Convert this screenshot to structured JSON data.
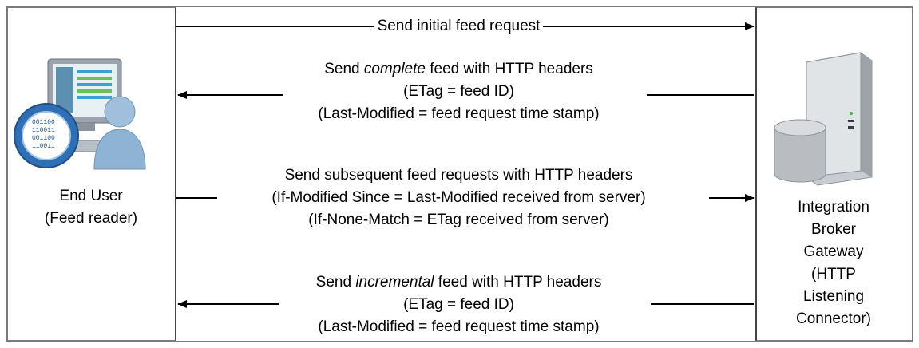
{
  "end_user": {
    "line1": "End User",
    "line2": "(Feed reader)"
  },
  "server": {
    "lines": [
      "Integration",
      "Broker",
      "Gateway",
      "(HTTP",
      "Listening",
      "Connector)"
    ]
  },
  "messages": [
    {
      "direction": "right",
      "lines": [
        "Send initial feed request"
      ]
    },
    {
      "direction": "left",
      "line1_prefix": "Send ",
      "line1_emph": "complete",
      "line1_suffix": " feed with HTTP headers",
      "lines_rest": [
        "(ETag = feed ID)",
        "(Last-Modified = feed request time stamp)"
      ]
    },
    {
      "direction": "right",
      "lines": [
        "Send subsequent feed requests with HTTP headers",
        "(If-Modified Since = Last-Modified received from server)",
        "(If-None-Match = ETag received from server)"
      ]
    },
    {
      "direction": "left",
      "line1_prefix": "Send ",
      "line1_emph": "incremental",
      "line1_suffix": " feed with HTTP headers",
      "lines_rest": [
        "(ETag = feed ID)",
        "(Last-Modified = feed request time stamp)"
      ]
    }
  ],
  "icons": {
    "user": "user-at-computer-icon",
    "server": "server-database-icon"
  }
}
